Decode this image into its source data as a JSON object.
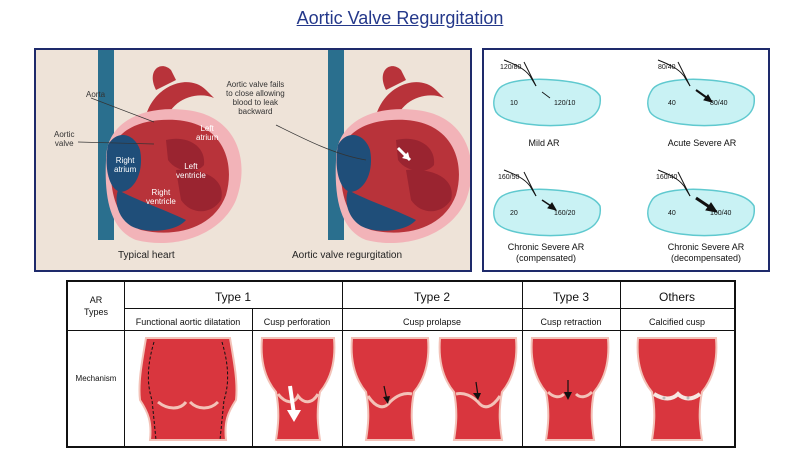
{
  "title": "Aortic Valve Regurgitation",
  "heart_panel": {
    "labels": {
      "aorta": "Aorta",
      "aortic_valve": "Aortic\nvalve",
      "left_atrium": "Left\natrium",
      "right_atrium": "Right\natrium",
      "left_ventricle": "Left\nventricle",
      "right_ventricle": "Right\nventricle",
      "annotation": "Aortic valve fails\nto close allowing\nblood to leak\nbackward"
    },
    "captions": {
      "typical": "Typical heart",
      "regurgitation": "Aortic valve regurgitation"
    },
    "colors": {
      "background": "#eee3d8",
      "aorta_blue": "#2a6f8e",
      "heart_red": "#b8333a",
      "chamber_blue": "#1f4e79",
      "pink": "#f2b3b8"
    }
  },
  "pressure_panel": {
    "diagrams": [
      {
        "aortic": "120/80",
        "atrial": "10",
        "ventricular": "120/10",
        "caption": "Mild AR"
      },
      {
        "aortic": "80/40",
        "atrial": "40",
        "ventricular": "80/40",
        "caption": "Acute Severe AR"
      },
      {
        "aortic": "160/50",
        "atrial": "20",
        "ventricular": "160/20",
        "caption": "Chronic Severe AR\n(compensated)"
      },
      {
        "aortic": "160/40",
        "atrial": "40",
        "ventricular": "160/40",
        "caption": "Chronic Severe AR\n(decompensated)"
      }
    ],
    "colors": {
      "ventricle_fill": "#c9f2f4",
      "ventricle_stroke": "#5fc9cf"
    }
  },
  "table": {
    "row_header": "AR\nTypes",
    "mechanism_label": "Mechanism",
    "types": [
      {
        "name": "Type 1",
        "subtypes": [
          "Functional aortic dilatation",
          "Cusp perforation"
        ]
      },
      {
        "name": "Type 2",
        "subtypes": [
          "Cusp prolapse"
        ]
      },
      {
        "name": "Type 3",
        "subtypes": [
          "Cusp retraction"
        ]
      },
      {
        "name": "Others",
        "subtypes": [
          "Calcified cusp"
        ]
      }
    ],
    "colors": {
      "vessel": "#d9363e",
      "vessel_edge": "#f3c2b8"
    }
  }
}
